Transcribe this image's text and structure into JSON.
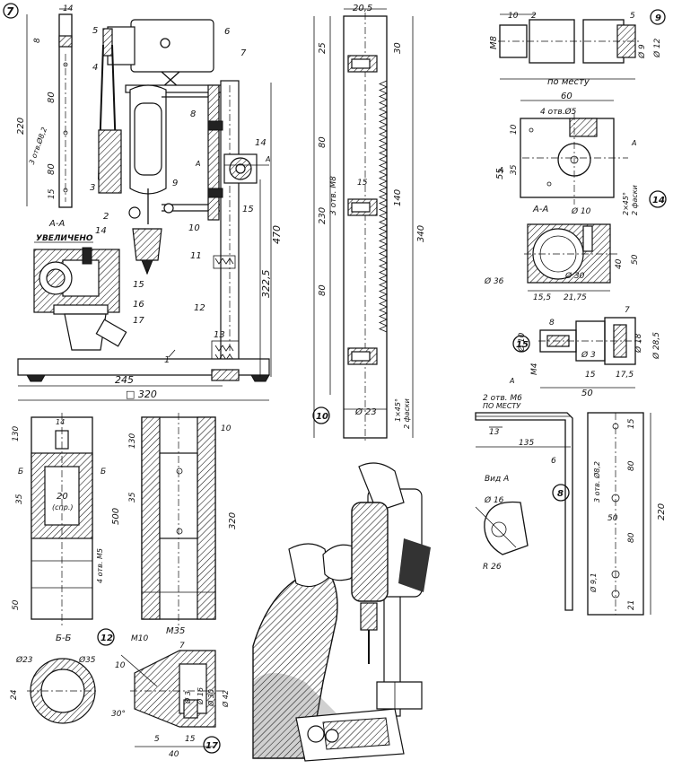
{
  "figure_number": "7",
  "labels": {
    "section_aa": "А-А",
    "enlarged": "УВЕЛИЧЕНО",
    "section_bb": "Б-Б",
    "view_a": "Вид А",
    "letter_a": "А",
    "letter_b": "Б",
    "in_place": "по месту",
    "in_place_caps": "ПО МЕСТУ",
    "spr": "(спр.)"
  },
  "callouts": {
    "c1": "1",
    "c2": "2",
    "c3": "3",
    "c4": "4",
    "c5": "5",
    "c6": "6",
    "c7": "7",
    "c8": "8",
    "c9": "9",
    "c10": "10",
    "c11": "11",
    "c12": "12",
    "c13": "13",
    "c14": "14",
    "c15": "15",
    "c16": "16",
    "c17": "17"
  },
  "dims": {
    "d14": "14",
    "d8": "8",
    "d220": "220",
    "d80": "80",
    "d3holes82": "3 отв.Ø8,2",
    "d15": "15",
    "d470": "470",
    "d3225": "322,5",
    "d245": "245",
    "d320sq": "□ 320",
    "d205": "20,5",
    "d25": "25",
    "d30": "30",
    "d3holesM8": "3 отв. M8",
    "d230": "230",
    "d140": "140",
    "d340": "340",
    "d23": "Ø 23",
    "d145": "1×45°",
    "d2faces": "2 фаски",
    "d10": "10",
    "d2": "2",
    "d5": "5",
    "dM8": "M8",
    "d9": "Ø 9",
    "d12": "Ø 12",
    "d60": "60",
    "d4holes5": "4 отв.Ø5",
    "d55": "55",
    "d35": "35",
    "d245b": "2×45°",
    "d2faces2": "2 фаски",
    "d10b": "Ø 10",
    "d40": "40",
    "d50": "50",
    "d36": "Ø 36",
    "d30b": "Ø 30",
    "d155": "15,5",
    "d2175": "21,75",
    "dp8": "8",
    "dp7": "7",
    "dp10": "Ø 10",
    "dM4": "M4",
    "dp3": "Ø 3",
    "dp18": "Ø 18",
    "dp285": "Ø 28,5",
    "dp15": "15",
    "dp175": "17,5",
    "dp50": "50",
    "d2holesM6": "2 отв. M6",
    "d13": "13",
    "d135": "135",
    "d6": "6",
    "d15b": "15",
    "d80b": "80",
    "d3holes82b": "3 отв. Ø8,2",
    "d50b": "50",
    "d220b": "220",
    "d91": "Ø 9,1",
    "d21": "21",
    "dphi16": "Ø 16",
    "dR26": "R 26",
    "d130": "130",
    "d14b": "14",
    "d20": "20",
    "d4holesM5": "4 отв. M5",
    "d500": "500",
    "d320": "320",
    "dM35": "M35",
    "d10c": "10",
    "d130b": "130",
    "d35b": "35",
    "dphi23": "Ø23",
    "dphi35": "Ø35",
    "d24": "24",
    "dM10": "M10",
    "d10d": "10",
    "d7b": "7",
    "d30deg": "30°",
    "dphi3": "Ø 3",
    "dphi16b": "Ø 16",
    "dphi30": "Ø 30",
    "dphi42": "Ø 42",
    "d5b": "5",
    "d15c": "15",
    "d40b": "40"
  }
}
